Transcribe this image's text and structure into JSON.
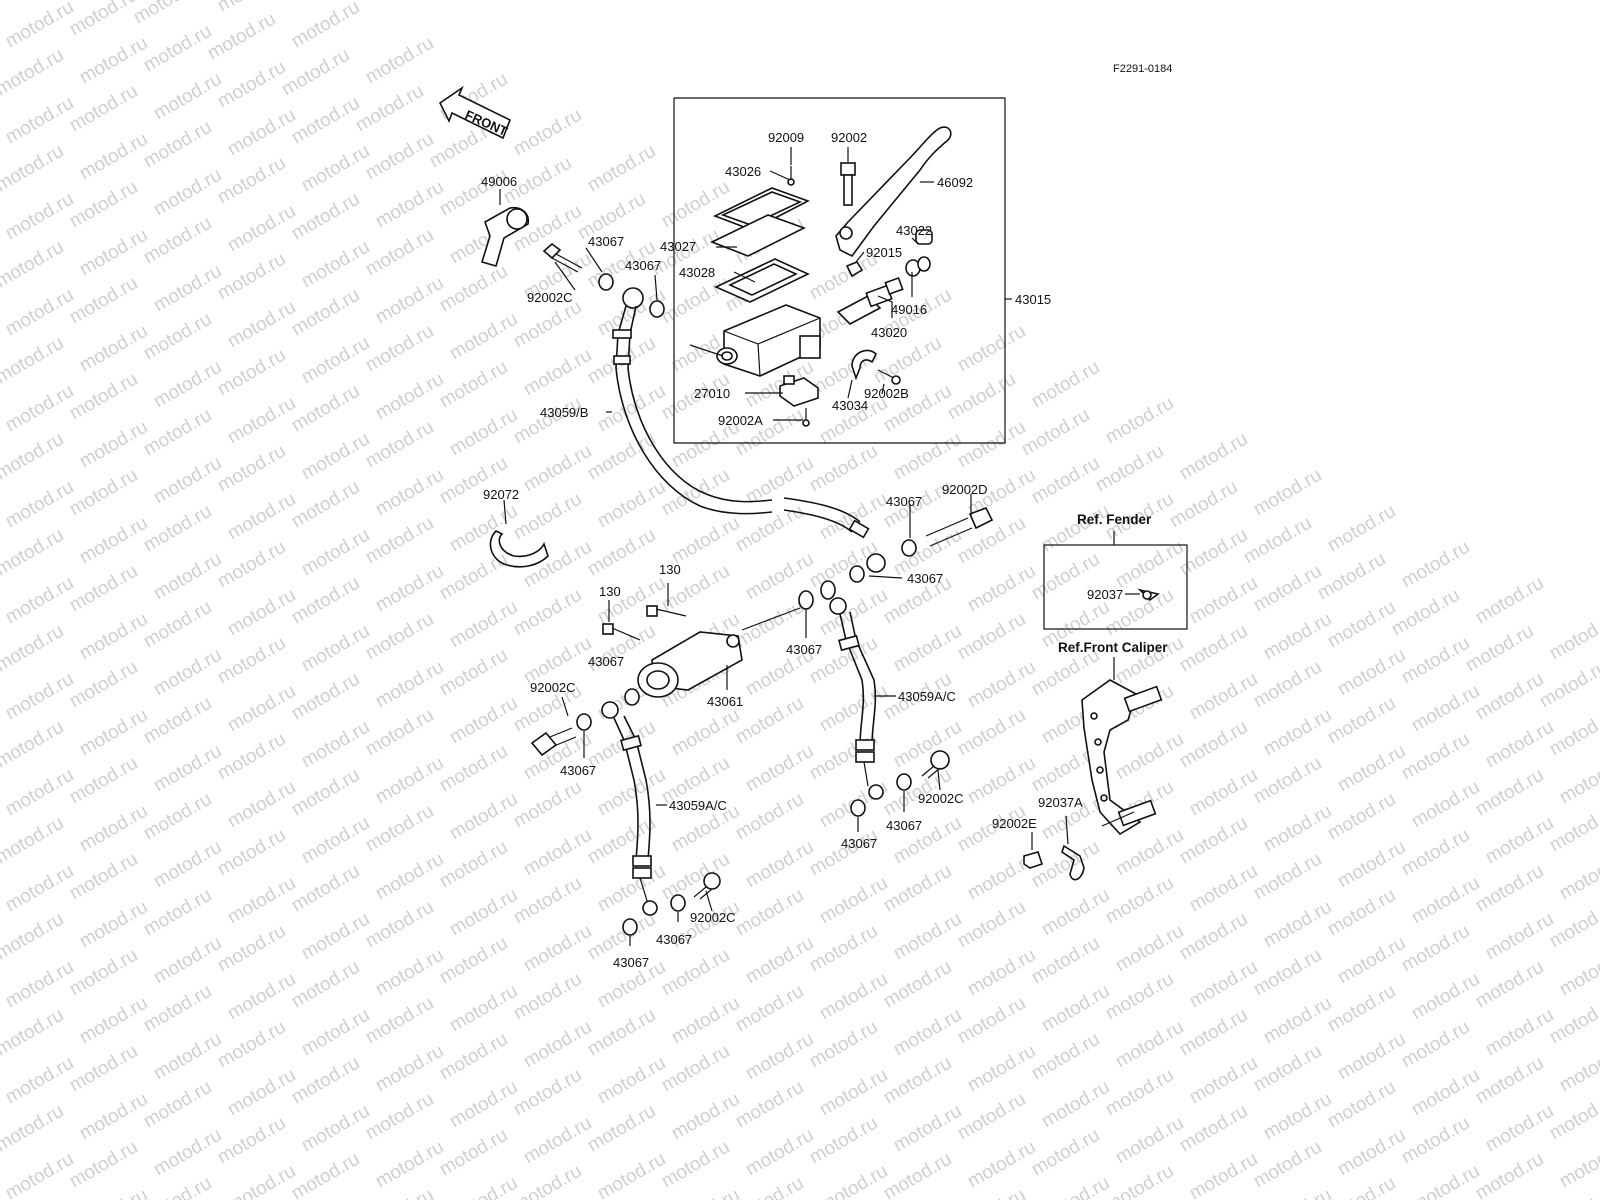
{
  "figure_code": "F2291-0184",
  "front_label": "FRONT",
  "watermark_text": "motod.ru",
  "colors": {
    "ink": "#111111",
    "watermark": "#cfcfcf",
    "background": "#ffffff"
  },
  "ref_boxes": {
    "fender": "Ref. Fender",
    "front_caliper": "Ref.Front Caliper"
  },
  "callouts": {
    "p92009": "92009",
    "p92002": "92002",
    "p46092": "46092",
    "p43026": "43026",
    "p43027": "43027",
    "p43028": "43028",
    "p43022": "43022",
    "p92015": "92015",
    "p49016": "49016",
    "p43020": "43020",
    "p43015": "43015",
    "p27010": "27010",
    "p43034": "43034",
    "p92002B": "92002B",
    "p92002A": "92002A",
    "p49006": "49006",
    "p43067_a": "43067",
    "p92002C_a": "92002C",
    "p43067_b": "43067",
    "p43059B": "43059/B",
    "p92072": "92072",
    "p43067_c": "43067",
    "p92002D": "92002D",
    "p43067_d": "43067",
    "p130_a": "130",
    "p130_b": "130",
    "p43067_e": "43067",
    "p43067_f": "43067",
    "p92002C_b": "92002C",
    "p43061": "43061",
    "p43067_g": "43067",
    "p43059AC_a": "43059A/C",
    "p43059AC_b": "43059A/C",
    "p92002C_c": "92002C",
    "p43067_h": "43067",
    "p43067_i": "43067",
    "p43067_j": "43067",
    "p92002C_d": "92002C",
    "p43067_k": "43067",
    "p92037": "92037",
    "p92037A": "92037A",
    "p92002E": "92002E"
  }
}
